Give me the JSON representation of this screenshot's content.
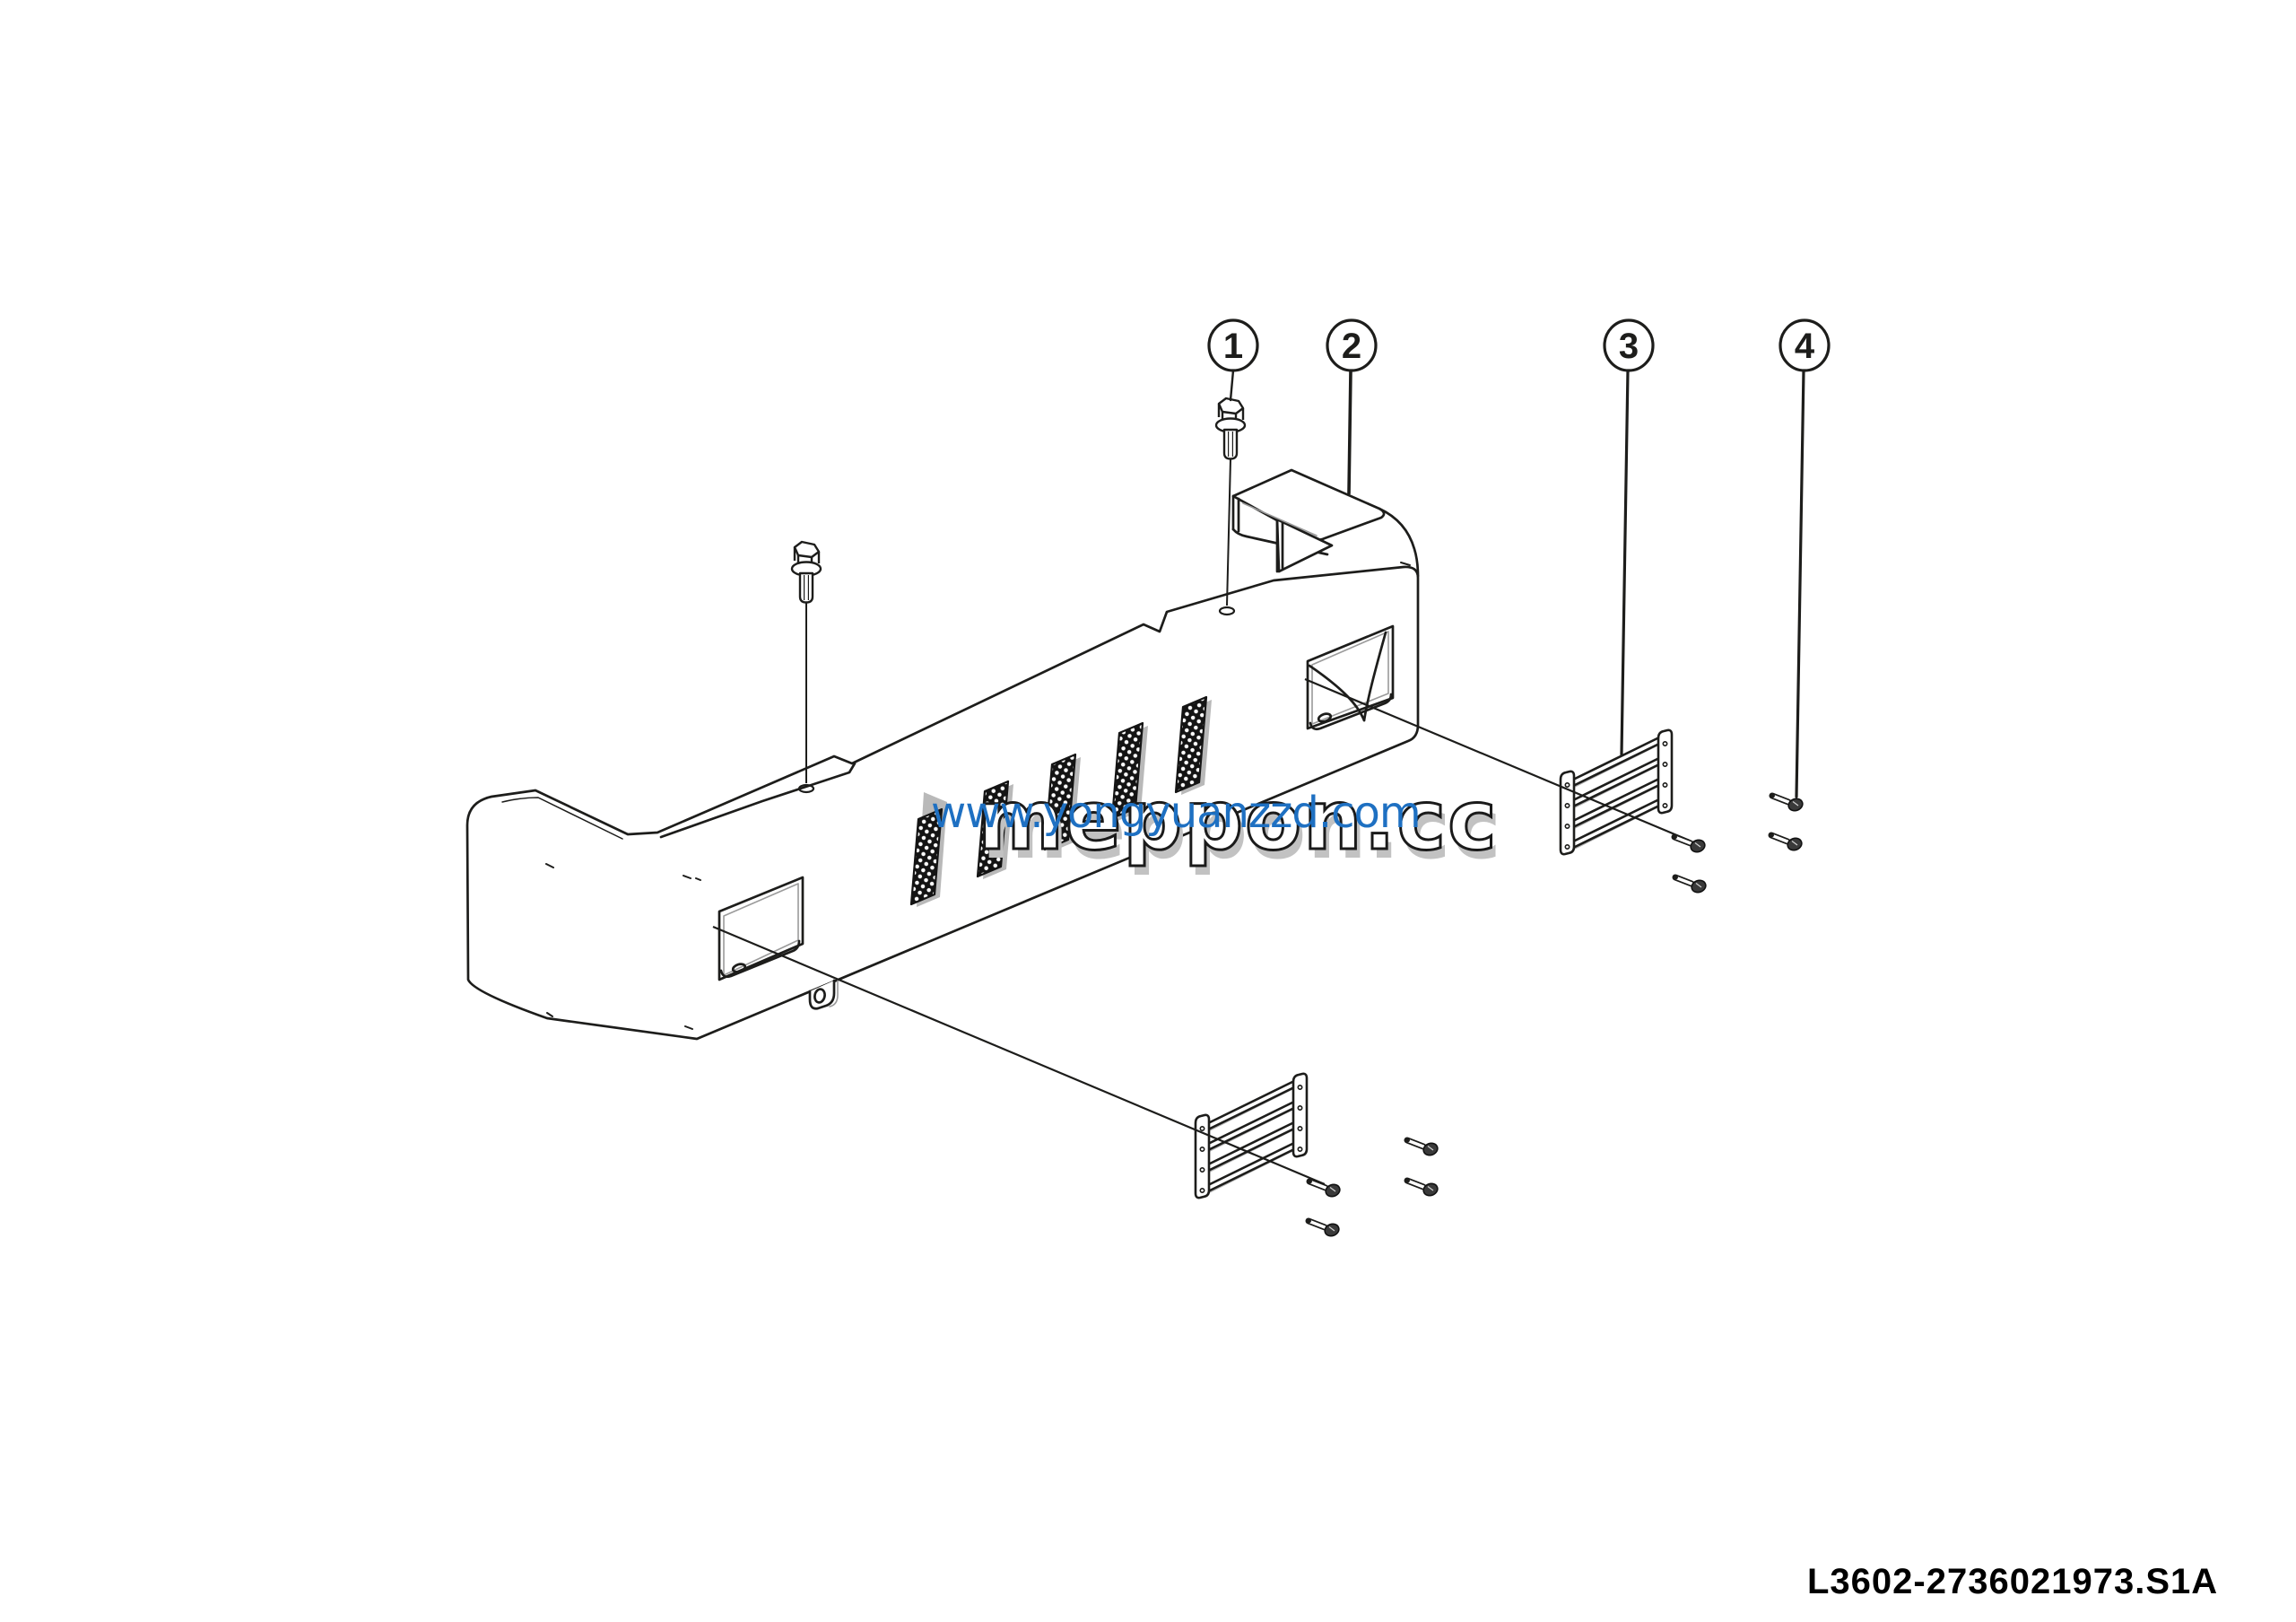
{
  "canvas": {
    "background": "#ffffff",
    "line_color": "#1d1d1b"
  },
  "callouts": [
    {
      "label": "1"
    },
    {
      "label": "2"
    },
    {
      "label": "3"
    },
    {
      "label": "4"
    }
  ],
  "watermark": {
    "blue_text": "www.yongyuanzzd.com",
    "blue_color": "#1e70c2",
    "outline_text": "meppon.cc"
  },
  "footer": {
    "part_number": "L3602-2736021973.S1A"
  }
}
